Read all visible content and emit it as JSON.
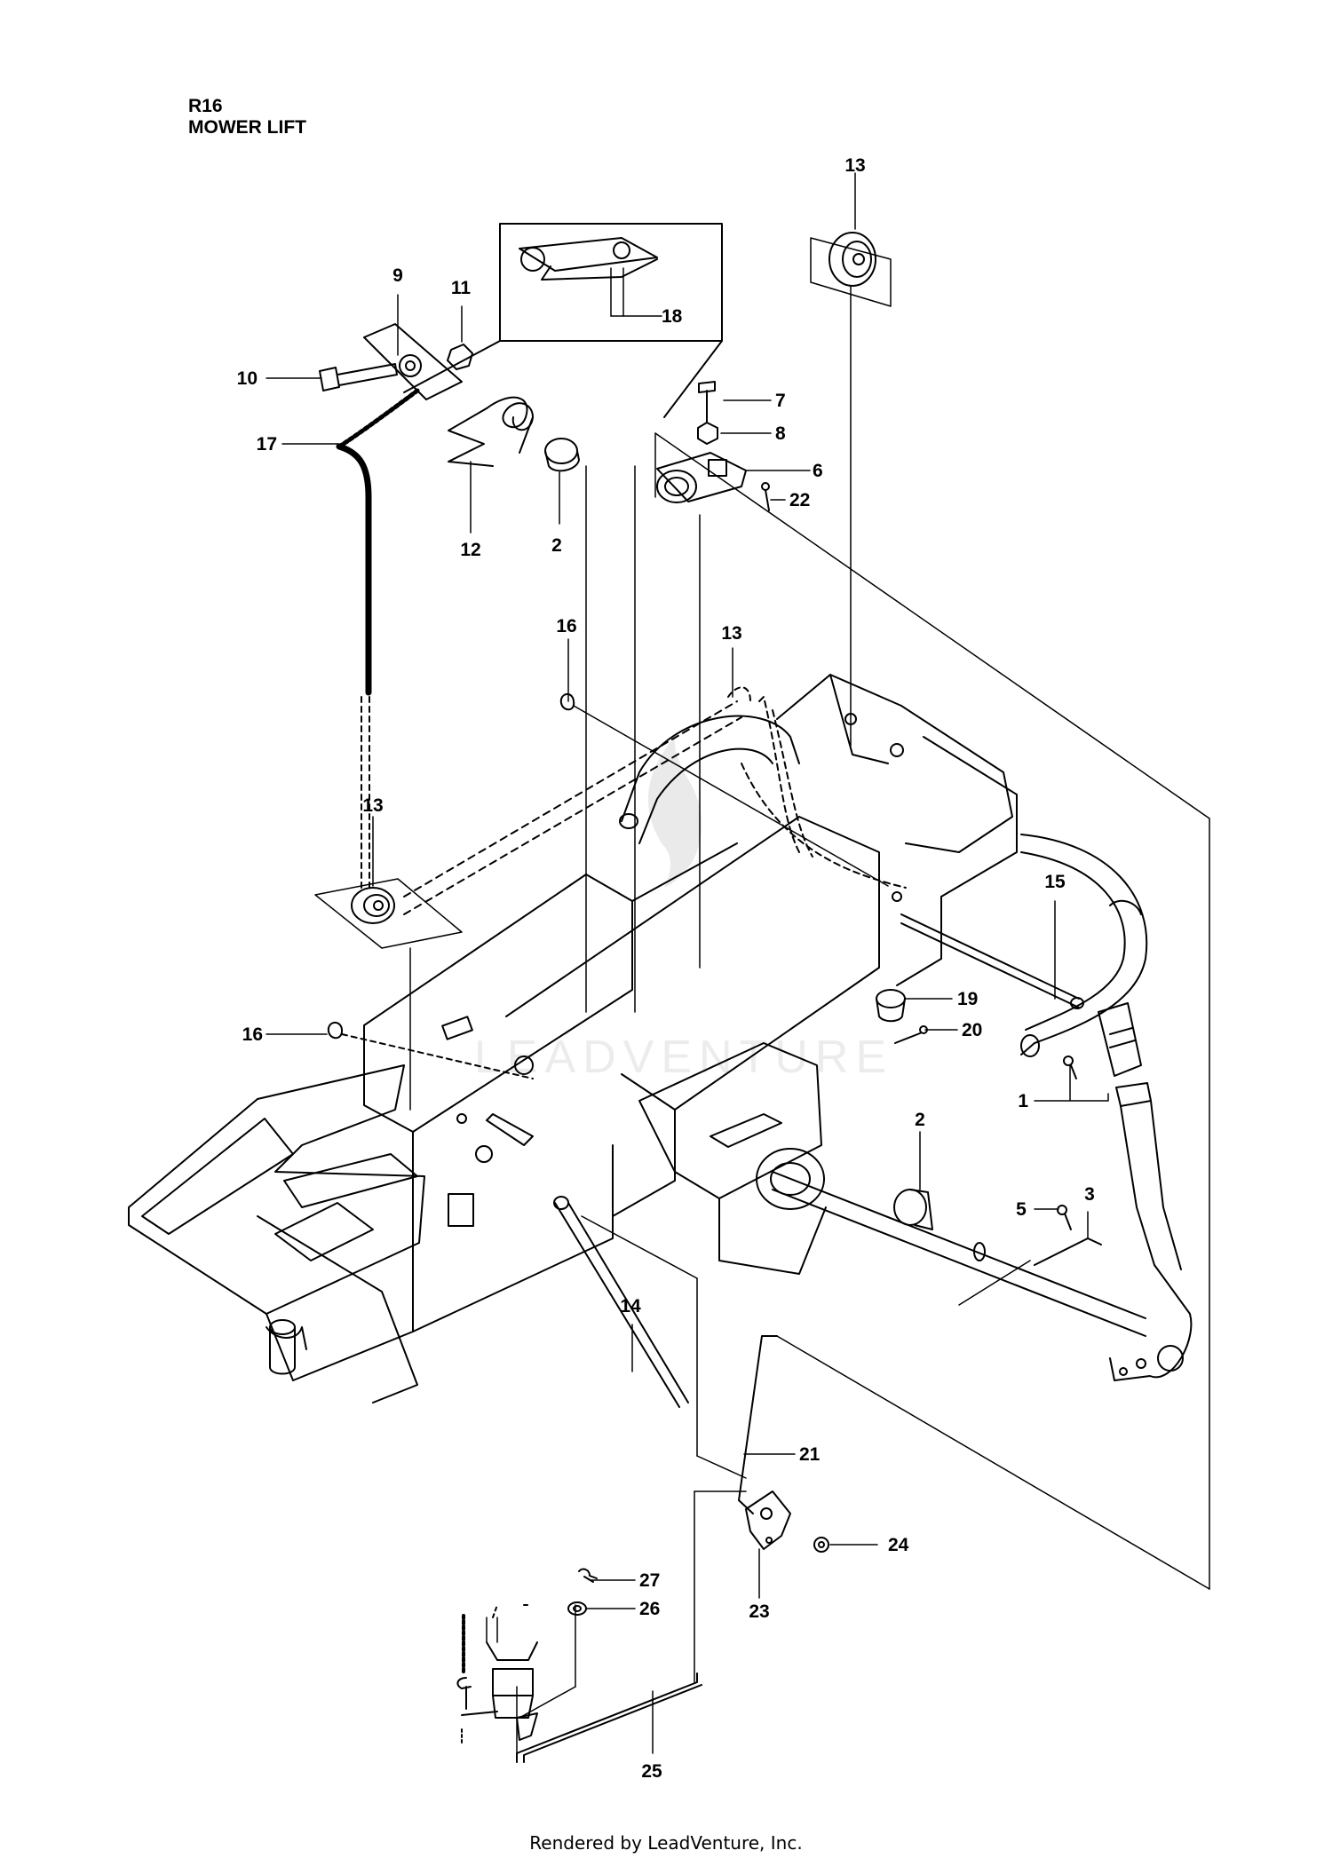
{
  "header": {
    "code": "R16",
    "title": "MOWER LIFT"
  },
  "watermark": "LEADVENTURE",
  "footer": "Rendered by LeadVenture, Inc.",
  "callouts": [
    "13",
    "18",
    "9",
    "11",
    "10",
    "7",
    "8",
    "6",
    "17",
    "22",
    "12",
    "2",
    "16",
    "13",
    "13",
    "15",
    "19",
    "16",
    "20",
    "1",
    "2",
    "5",
    "3",
    "14",
    "21",
    "24",
    "27",
    "26",
    "23",
    "25"
  ]
}
